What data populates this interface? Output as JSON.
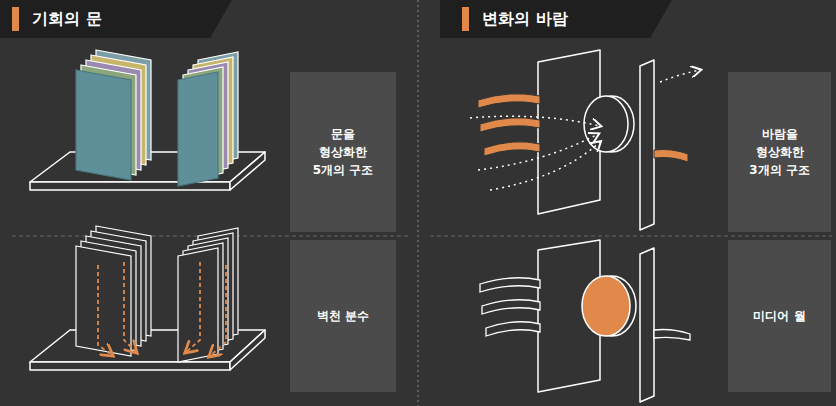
{
  "diagram": {
    "nodes": [
      {
        "text": [
          "기회의 문"
        ]
      },
      {
        "text": [
          "문을 형상화한 5개의 구조"
        ]
      },
      {
        "text": [
          "벽천 분수"
        ]
      },
      {
        "text": [
          "변화의 바람"
        ]
      },
      {
        "text": [
          "바람을 형상화한 3개의 구조"
        ]
      },
      {
        "text": [
          "미디어 월"
        ]
      }
    ]
  }
}
